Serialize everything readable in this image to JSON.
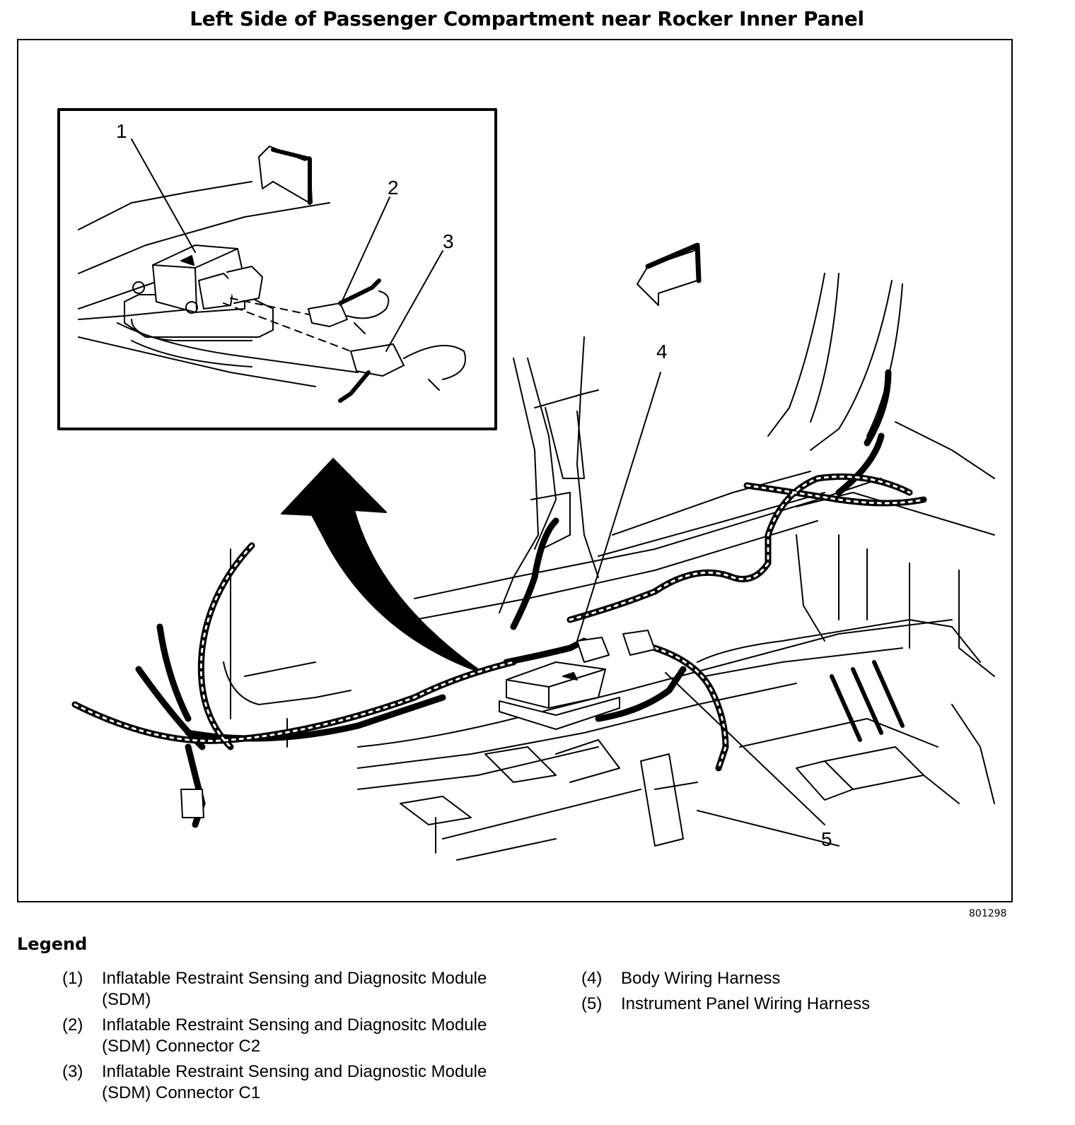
{
  "title": "Left Side of Passenger Compartment near Rocker Inner Panel",
  "figure_id": "801298",
  "callouts": [
    "1",
    "2",
    "3",
    "4",
    "5"
  ],
  "legend": {
    "heading": "Legend",
    "items": [
      {
        "num": "(1)",
        "text": "Inflatable Restraint Sensing and Diagnositc Module (SDM)"
      },
      {
        "num": "(2)",
        "text": "Inflatable Restraint Sensing and Diagnositc Module (SDM) Connector C2"
      },
      {
        "num": "(3)",
        "text": "Inflatable Restraint Sensing and Diagnostic Module (SDM) Connector C1"
      },
      {
        "num": "(4)",
        "text": "Body Wiring Harness"
      },
      {
        "num": "(5)",
        "text": "Instrument Panel Wiring Harness"
      }
    ]
  }
}
